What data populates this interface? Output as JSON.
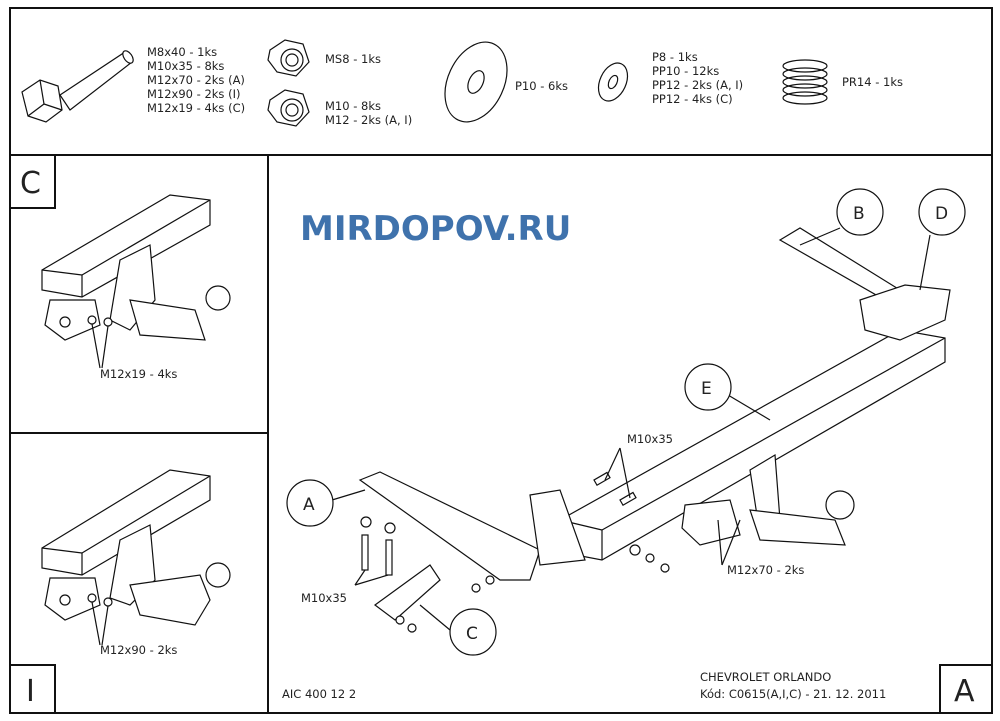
{
  "parts": {
    "bolts": [
      "M8x40 - 1ks",
      "M10x35 - 8ks",
      "M12x70 - 2ks (A)",
      "M12x90 - 2ks (I)",
      "M12x19 - 4ks (C)"
    ],
    "nut_ms8": "MS8 - 1ks",
    "nuts": [
      "M10 - 8ks",
      "M12 - 2ks (A, I)"
    ],
    "washer_p10": "P10 - 6ks",
    "washers": [
      "P8 - 1ks",
      "PP10 - 12ks",
      "PP12 - 2ks (A, I)",
      "PP12 - 4ks (C)"
    ],
    "spring": "PR14 - 1ks"
  },
  "panel_c": {
    "label": "C",
    "callout": "M12x19 - 4ks"
  },
  "panel_i": {
    "label": "I",
    "callout": "M12x90 - 2ks"
  },
  "main": {
    "labels": {
      "a": "A",
      "b": "B",
      "c": "C",
      "d": "D",
      "e": "E"
    },
    "callouts": {
      "m10x35_top": "M10x35",
      "m10x35_left": "M10x35",
      "m12x70": "M12x70 - 2ks"
    },
    "code": "AIC 400 12 2",
    "vehicle": "CHEVROLET ORLANDO",
    "kod": "Kód: C0615(A,I,C) - 21. 12. 2011",
    "variant": "A"
  },
  "watermark": "MIRDOPOV.RU"
}
